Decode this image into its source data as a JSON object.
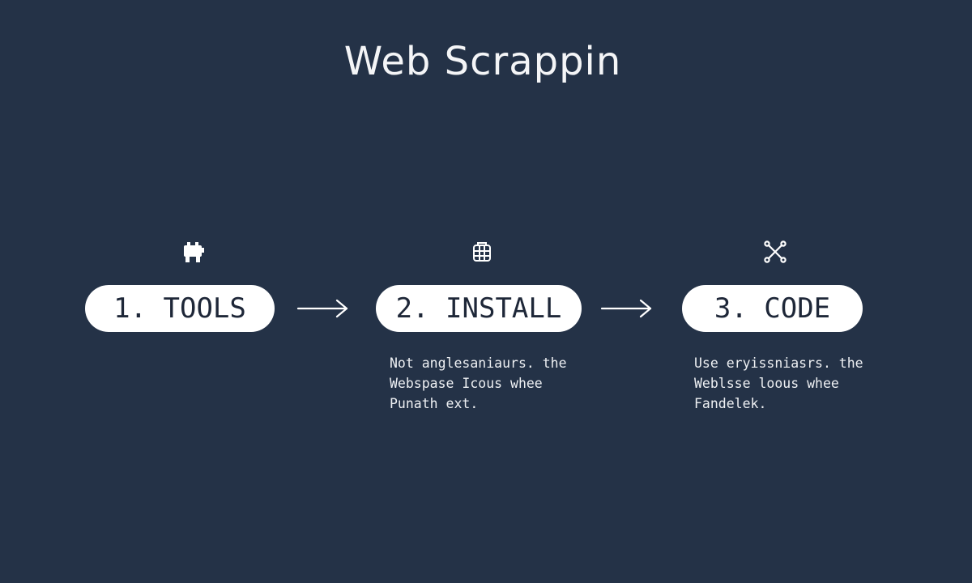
{
  "title": "Web Scrappin",
  "steps": [
    {
      "label": "1. TOOLS",
      "icon": "toolbox-icon",
      "description": []
    },
    {
      "label": "2. INSTALL",
      "icon": "package-icon",
      "description": [
        "Not anglesaniaurs. the",
        "Webspase Icous whee",
        "Punath ext."
      ]
    },
    {
      "label": "3. CODE",
      "icon": "network-icon",
      "description": [
        "Use eryissniasrs. the",
        "Weblsse loous whee",
        "Fandelek."
      ]
    }
  ],
  "colors": {
    "background": "#243247",
    "pill": "#ffffff",
    "pill_text": "#1e2738",
    "text": "#eef0f3"
  }
}
